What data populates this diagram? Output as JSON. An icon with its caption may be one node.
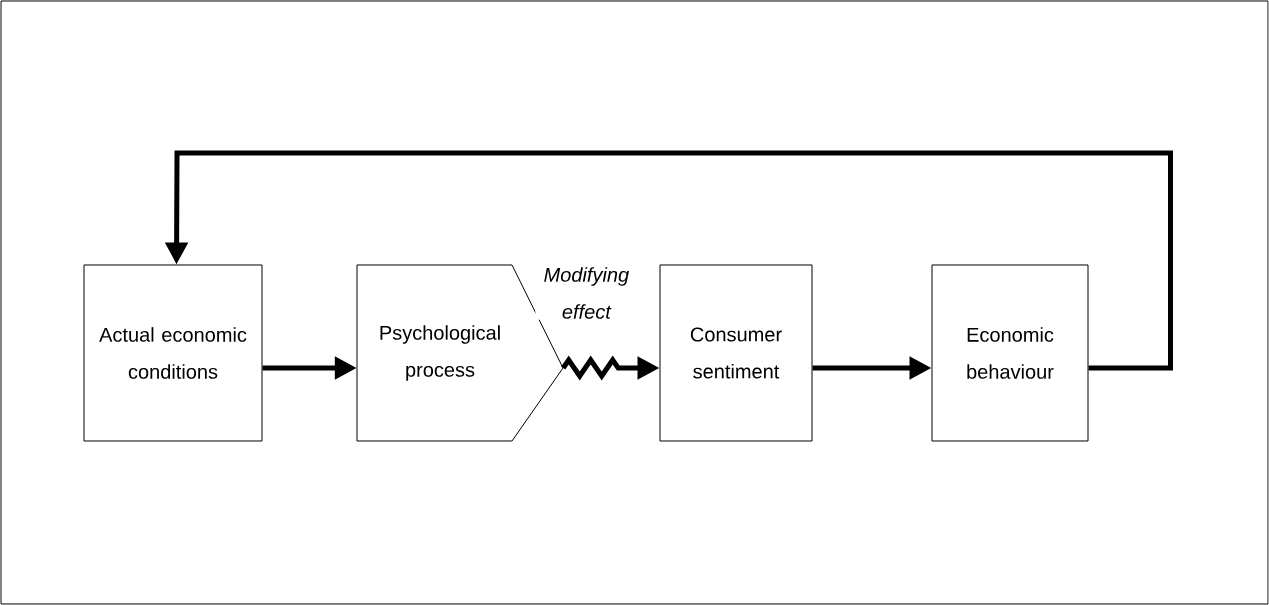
{
  "diagram": {
    "nodes": [
      {
        "text": [
          "Actual economic conditions"
        ]
      },
      {
        "text": [
          "Psychological process"
        ]
      },
      {
        "text": [
          "Consumer sentiment"
        ]
      },
      {
        "text": [
          "Economic behaviour"
        ]
      }
    ],
    "edges": [
      {
        "from": 0,
        "to": 1,
        "arrow": "to"
      },
      {
        "from": 1,
        "to": 2,
        "arrow": "to",
        "label": "Modifying effect"
      },
      {
        "from": 2,
        "to": 3,
        "arrow": "to"
      },
      {
        "from": 3,
        "to": 0,
        "arrow": "to"
      }
    ]
  }
}
